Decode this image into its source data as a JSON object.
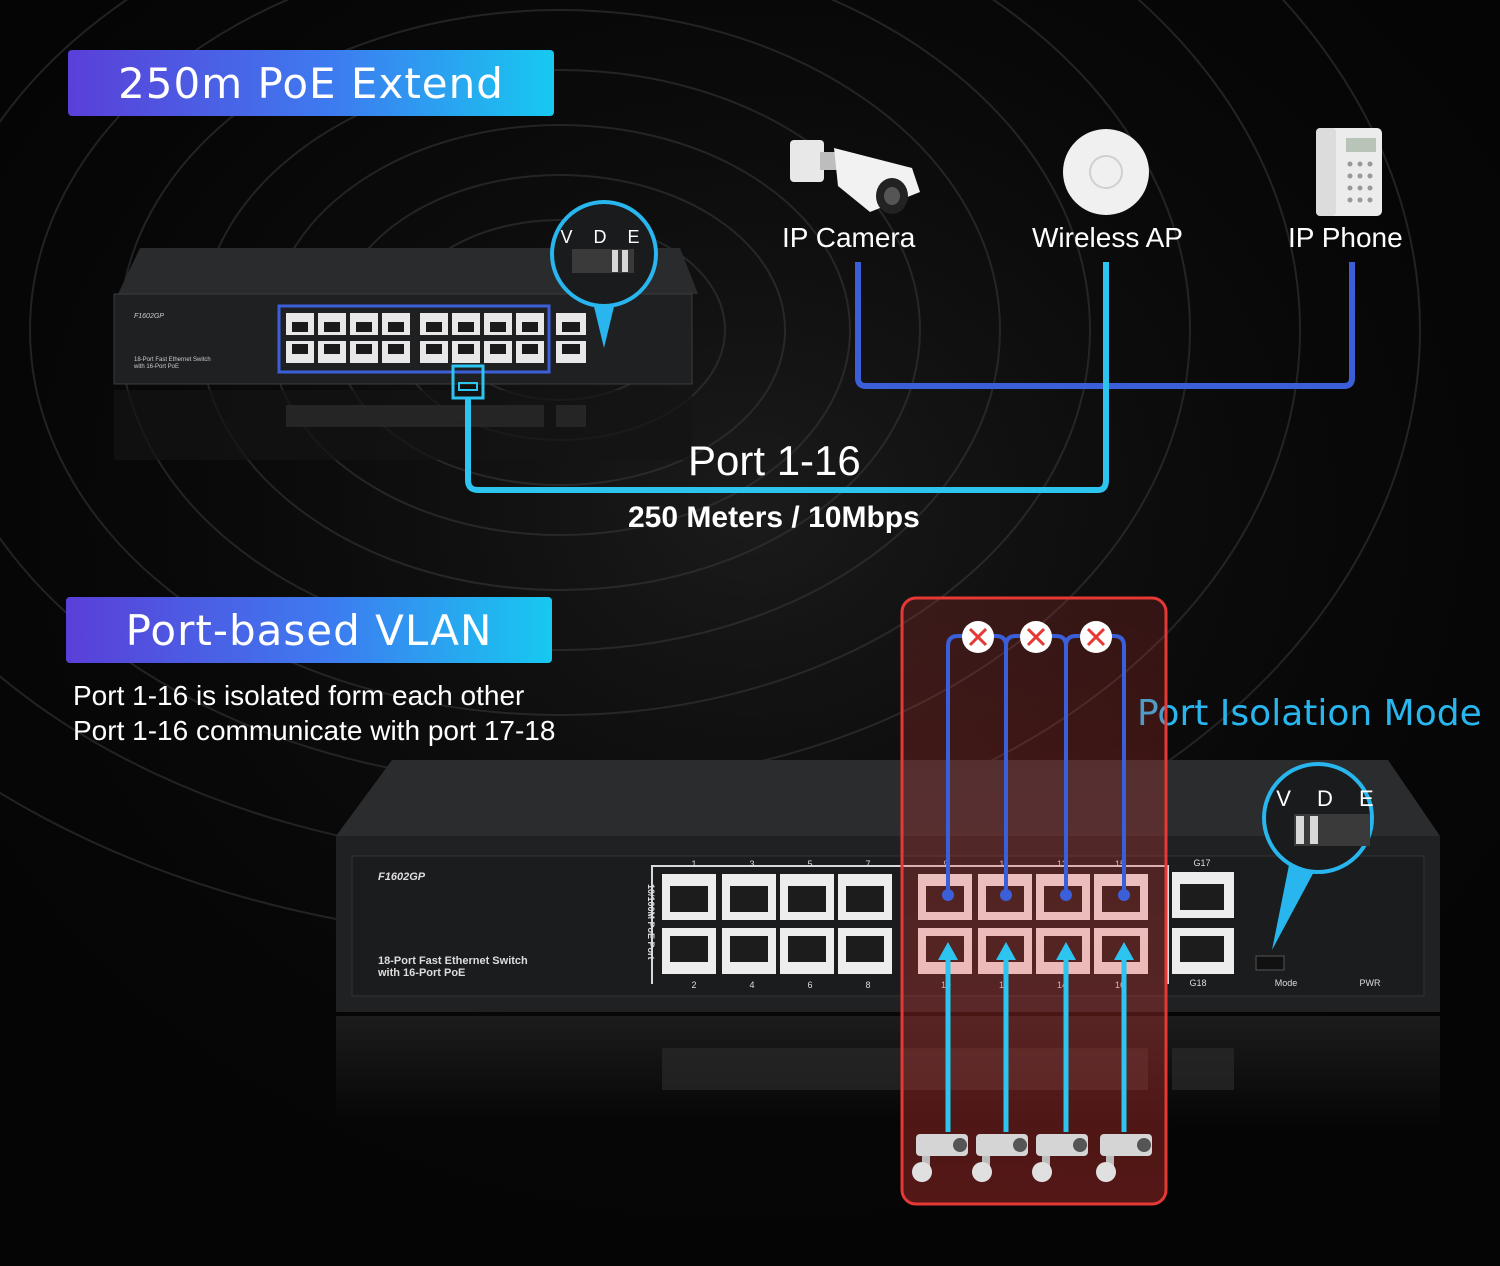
{
  "poe_section": {
    "banner": "250m PoE Extend",
    "devices": [
      "IP Camera",
      "Wireless AP",
      "IP Phone"
    ],
    "port_label": "Port 1-16",
    "distance_label": "250 Meters / 10Mbps",
    "switch_small": {
      "model": "F1602GP",
      "desc_line1": "18-Port Fast Ethernet Switch",
      "desc_line2": "with 16-Port PoE",
      "dip_letters": "V D E"
    }
  },
  "vlan_section": {
    "banner": "Port-based VLAN",
    "desc_line1": "Port 1-16 is isolated form each other",
    "desc_line2": "Port 1-16 communicate with port 17-18",
    "isolation_label": "Port Isolation Mode",
    "switch_large": {
      "model": "F1602GP",
      "desc_line1": "18-Port Fast Ethernet Switch",
      "desc_line2": "with 16-Port PoE",
      "side_label": "10/100M PoE Port",
      "port_nums_top": [
        "1",
        "3",
        "5",
        "7",
        "9",
        "11",
        "13",
        "15"
      ],
      "port_nums_bottom": [
        "2",
        "4",
        "6",
        "8",
        "10",
        "12",
        "14",
        "16"
      ],
      "uplink_top": "G17",
      "uplink_bottom": "G18",
      "mode_label": "Mode",
      "pwr_label": "PWR",
      "dip_letters": "V D E"
    }
  },
  "colors": {
    "accent_blue": "#29b6ee",
    "cable_blue": "#3b5fd8",
    "cable_cyan": "#2ec4f0",
    "isolation_red": "#e53935"
  }
}
